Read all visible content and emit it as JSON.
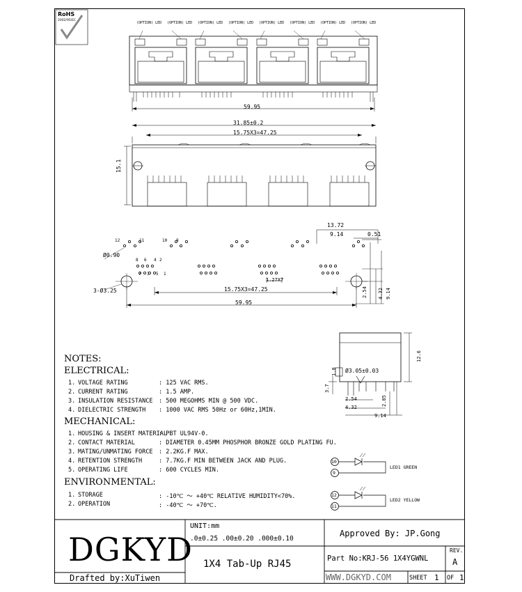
{
  "drawing": {
    "rohs_label": "RoHS",
    "rohs_sub": "2002/95/EC",
    "option_led_label": "(OPTION) LED",
    "dims": {
      "overall_width": "59.95",
      "top_width": "31.85±0.2",
      "pitch_top": "15.75X3=47.25",
      "height": "15.1",
      "d_13_72": "13.72",
      "d_9_14": "9.14",
      "d_0_51": "0.51",
      "d_0_90": "Ø0.90",
      "d_1_27": "1.27X7",
      "d_pitch_bottom": "15.75X3=47.25",
      "d_overall_bottom": "59.95",
      "d_hole": "3-Ø3.25",
      "d_2_54": "2.54",
      "d_4_32": "4.32",
      "d_9_14_v": "9.14",
      "side_12_6": "12.6",
      "side_1_8": "1.8",
      "side_3_7": "3.7",
      "side_hole": "Ø3.05±0.03",
      "side_2_54": "2.54",
      "side_4_32": "4.32",
      "side_2_85": "2.85",
      "side_9_14": "9.14"
    },
    "pin_labels": {
      "p12": "12",
      "p11": "11",
      "p10": "10",
      "p9": "9",
      "p8": "8",
      "p6": "6",
      "p4": "4",
      "p2": "2",
      "p7": "7",
      "p3": "3",
      "p5": "5",
      "p1": "1"
    }
  },
  "notes": {
    "title": "NOTES:",
    "electrical_title": "ELECTRICAL:",
    "electrical": [
      {
        "n": "1.",
        "label": "VOLTAGE RATING",
        "value": ": 125 VAC RMS."
      },
      {
        "n": "2.",
        "label": "CURRENT RATING",
        "value": ": 1.5 AMP."
      },
      {
        "n": "3.",
        "label": "INSULATION RESISTANCE",
        "value": ": 500 MEGOHMS MIN @ 500 VDC."
      },
      {
        "n": "4.",
        "label": "DIELECTRIC STRENGTH",
        "value": ": 1000 VAC RMS 50Hz or 60Hz,1MIN."
      }
    ],
    "mechanical_title": "MECHANICAL:",
    "mechanical": [
      {
        "n": "1.",
        "label": "HOUSING & INSERT MATERIAL",
        "value": ": PBT UL94V-0."
      },
      {
        "n": "2.",
        "label": "CONTACT MATERIAL",
        "value": ": DIAMETER 0.45MM PHOSPHOR BRONZE GOLD PLATING  FU."
      },
      {
        "n": "3.",
        "label": "MATING/UNMATING FORCE",
        "value": ": 2.2KG.F MAX."
      },
      {
        "n": "4.",
        "label": "RETENTION STRENGTH",
        "value": ": 7.7KG.F MIN BETWEEN JACK AND PLUG."
      },
      {
        "n": "5.",
        "label": "OPERATING LIFE",
        "value": ": 600 CYCLES MIN."
      }
    ],
    "environmental_title": "ENVIRONMENTAL:",
    "environmental": [
      {
        "n": "1.",
        "label": "STORAGE",
        "value": ": -10℃ ～ +40℃ RELATIVE HUMIDITY<70%."
      },
      {
        "n": "2.",
        "label": "OPERATION",
        "value": ": -40℃ ～ +70℃."
      }
    ]
  },
  "leds": {
    "led1_pin_a": "10",
    "led1_pin_b": "9",
    "led1_label": "LED1 GREEN",
    "led2_pin_a": "12",
    "led2_pin_b": "11",
    "led2_label": "LED2 YELLOW"
  },
  "title_block": {
    "company": "DGKYD",
    "drafted_by": "Drafted by:XuTiwen",
    "unit_label": "UNIT:mm",
    "tolerances": ".0±0.25  .00±0.20  .000±0.10",
    "part_title": "1X4 Tab-Up RJ45",
    "approved_by": "Approved By: JP.Gong",
    "part_no": "Part No:KRJ-56 1X4YGWNL",
    "rev_label": "REV.",
    "rev_value": "A",
    "website": "WWW.DGKYD.COM",
    "sheet_label": "SHEET",
    "sheet_no": "1",
    "of_label": "OF",
    "sheet_total": "1"
  }
}
